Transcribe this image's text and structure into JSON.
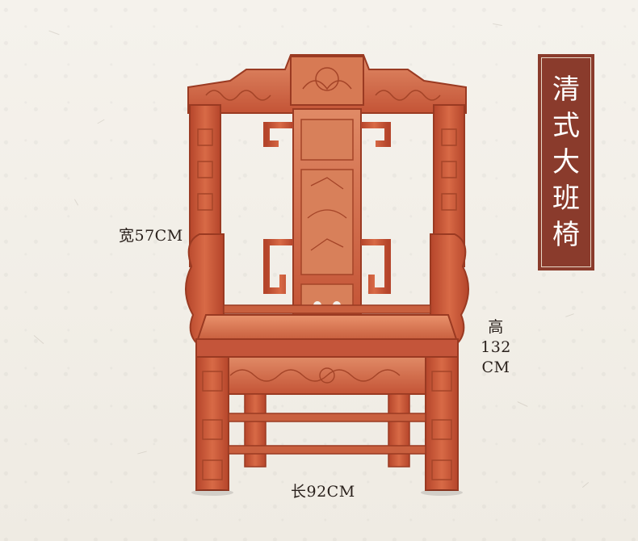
{
  "product": {
    "title": "清式大班椅",
    "accent_color": "#8a3b2c",
    "wood_color": "#c85a3a"
  },
  "dimensions": {
    "width": "宽57CM",
    "length": "长92CM",
    "height_label": "高",
    "height_value": "132",
    "height_unit": "CM"
  },
  "illustration": {
    "subject": "chair-photo"
  }
}
